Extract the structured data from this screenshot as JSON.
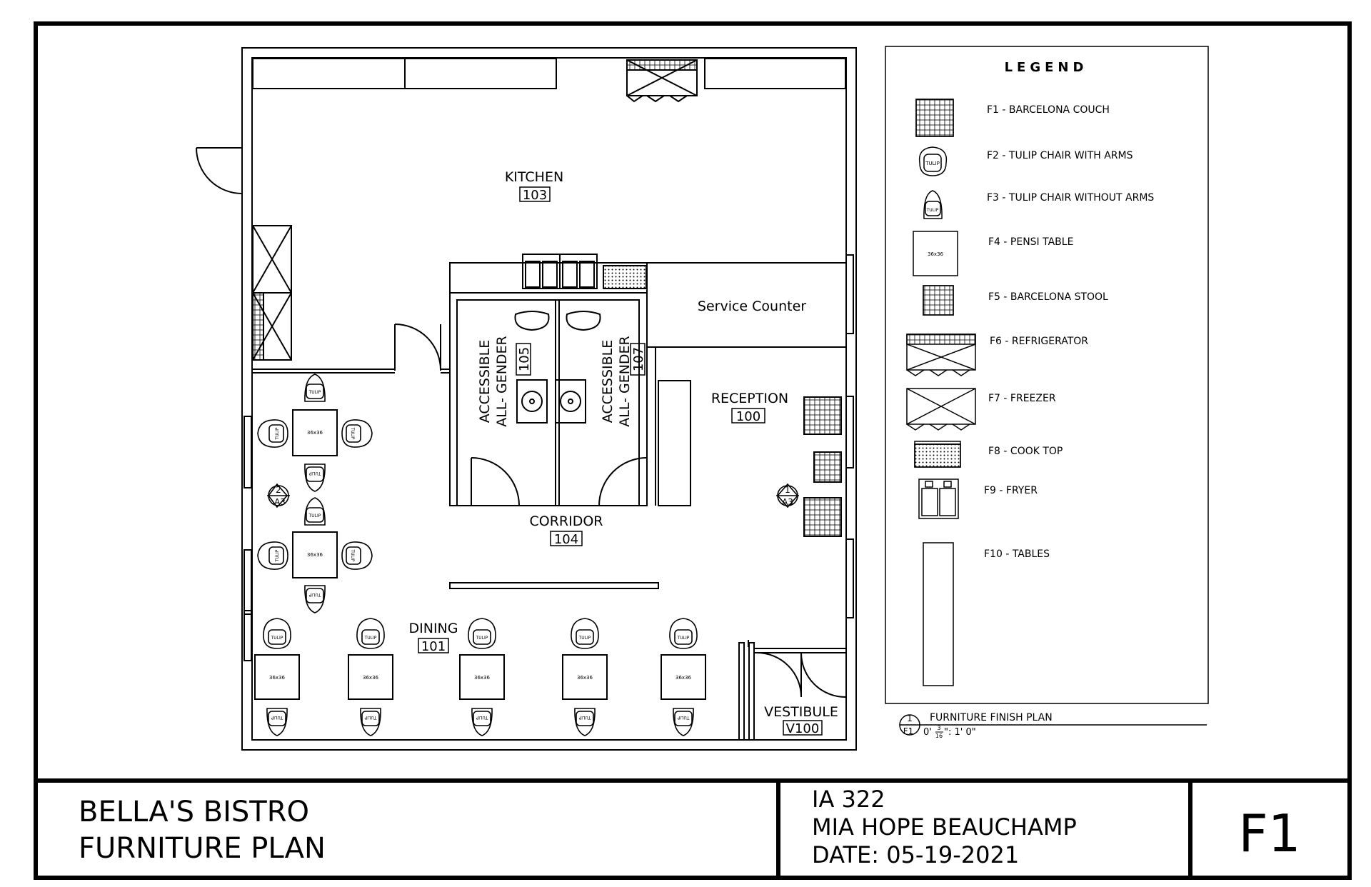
{
  "rooms": [
    {
      "name": "KITCHEN",
      "number": "103"
    },
    {
      "name": "ACCESSIBLE",
      "name2": "ALL- GENDER",
      "number": "105"
    },
    {
      "name": "ACCESSIBLE",
      "name2": "ALL- GENDER",
      "number": "107"
    },
    {
      "name": "RECEPTION",
      "number": "100"
    },
    {
      "name": "CORRIDOR",
      "number": "104"
    },
    {
      "name": "DINING",
      "number": "101"
    },
    {
      "name": "VESTIBULE",
      "number": "V100"
    }
  ],
  "service_counter_label": "Service Counter",
  "furniture_labels": {
    "tulip": "TULIP",
    "table": "36x36"
  },
  "section_markers": [
    {
      "number": "2",
      "sheet": "A3"
    },
    {
      "number": "1",
      "sheet": "A3"
    }
  ],
  "legend": {
    "title": "LEGEND",
    "items": [
      {
        "label": "F1 - BARCELONA COUCH",
        "icon": "barcelona-couch-icon"
      },
      {
        "label": "F2 - TULIP CHAIR WITH ARMS",
        "icon": "tulip-chair-arms-icon"
      },
      {
        "label": "F3 - TULIP CHAIR WITHOUT ARMS",
        "icon": "tulip-chair-icon"
      },
      {
        "label": "F4 - PENSI TABLE",
        "icon": "pensi-table-icon"
      },
      {
        "label": "F5 - BARCELONA STOOL",
        "icon": "barcelona-stool-icon"
      },
      {
        "label": "F6 - REFRIGERATOR",
        "icon": "refrigerator-icon"
      },
      {
        "label": "F7 - FREEZER",
        "icon": "freezer-icon"
      },
      {
        "label": "F8 - COOK TOP",
        "icon": "cook-top-icon"
      },
      {
        "label": "F9 - FRYER",
        "icon": "fryer-icon"
      },
      {
        "label": "F10 - TABLES",
        "icon": "tables-icon"
      }
    ]
  },
  "drawing_tag": {
    "number": "1",
    "sheet": "F1",
    "title": "FURNITURE FINISH PLAN",
    "scale_prefix": "0'",
    "scale_num": "3",
    "scale_den": "16",
    "scale_suffix": "\": 1' 0\""
  },
  "title_block": {
    "project_line1": "BELLA'S BISTRO",
    "project_line2": "FURNITURE PLAN",
    "course": "IA 322",
    "author": "MIA HOPE BEAUCHAMP",
    "date": "DATE: 05-19-2021",
    "sheet_number": "F1"
  }
}
